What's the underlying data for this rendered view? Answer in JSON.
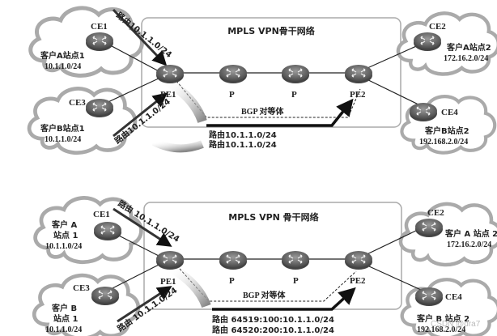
{
  "diagrams": [
    {
      "backbone_title": "MPLS VPN骨干网络",
      "routers": {
        "ce1": "CE1",
        "ce2": "CE2",
        "ce3": "CE3",
        "ce4": "CE4",
        "pe1": "PE1",
        "pe2": "PE2",
        "p1": "P",
        "p2": "P"
      },
      "sites": {
        "a1": {
          "name": "客户A站点1",
          "prefix": "10.1.1.0/24"
        },
        "b1": {
          "name": "客户B站点1",
          "prefix": "10.1.1.0/24"
        },
        "a2": {
          "name": "客户A站点2",
          "prefix": "172.16.2.0/24"
        },
        "b2": {
          "name": "客户B站点2",
          "prefix": "192.168.2.0/24"
        }
      },
      "route_ce1": "路由10.1.1.0/24",
      "route_ce3": "路由10.1.1.0/24",
      "bgp_peer": "BGP 对等体",
      "advertised": [
        "路由10.1.1.0/24",
        "路由10.1.1.0/24"
      ]
    },
    {
      "backbone_title": "MPLS VPN 骨干网络",
      "routers": {
        "ce1": "CE1",
        "ce2": "CE2",
        "ce3": "CE3",
        "ce4": "CE4",
        "pe1": "PE1",
        "pe2": "PE2",
        "p1": "P",
        "p2": "P"
      },
      "sites": {
        "a1": {
          "name1": "客户 A",
          "name2": "站点 1",
          "prefix": "10.1.1.0/24"
        },
        "b1": {
          "name1": "客户 B",
          "name2": "站点 1",
          "prefix": "10.1.1.0/24"
        },
        "a2": {
          "name": "客户 A 站点 2",
          "prefix": "172.16.2.0/24"
        },
        "b2": {
          "name": "客户 B 站点 2",
          "prefix": "192.168.2.0/24"
        }
      },
      "route_ce1": "路由 10.1.1.0/24",
      "route_ce3": "路由 10.1.1.0/24",
      "bgp_peer": "BGP 对等体",
      "advertised": [
        "路由 64519:100:10.1.1.0/24",
        "路由 64520:200:10.1.1.0/24"
      ]
    }
  ],
  "watermark": "CSDN @dra7"
}
